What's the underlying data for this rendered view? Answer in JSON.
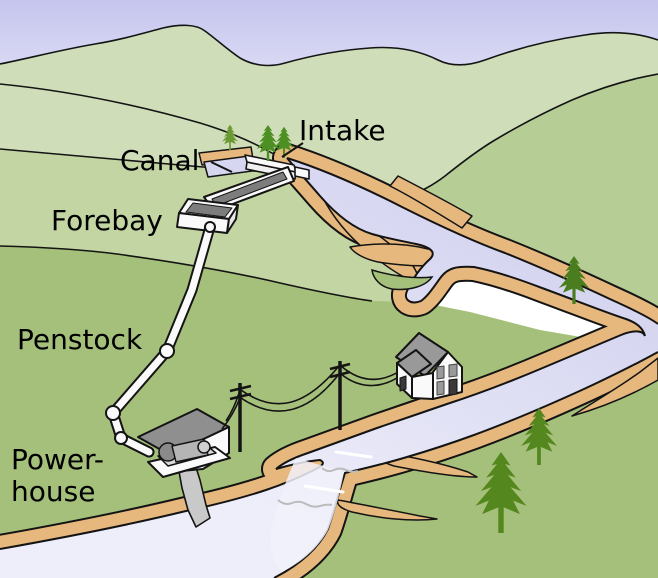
{
  "title": "Hydroelectric scheme diagram",
  "labels": {
    "intake": "Intake",
    "canal": "Canal",
    "forebay": "Forebay",
    "penstock": "Penstock",
    "powerhouse_line1": "Power-",
    "powerhouse_line2": "house"
  },
  "colors": {
    "sky_top": "#c5c5ee",
    "sky_bottom": "#ecebfa",
    "far_hills": "#cfdeb8",
    "mid_hills": "#c3d5a2",
    "right_hill": "#b7cd96",
    "foreground": "#a5c07a",
    "river_upper": "#d6d6f1",
    "river_lower": "#eeeefa",
    "river_bank": "#e7b87e",
    "outline": "#141414",
    "structure_white": "#fafafa",
    "channel_gray": "#7d7d7d",
    "roof_gray": "#8f8f8f",
    "house_roof_gray": "#999999",
    "tree_dark": "#4a7d1f",
    "tree_mid": "#55871f",
    "tree_light": "#6b9a35"
  }
}
